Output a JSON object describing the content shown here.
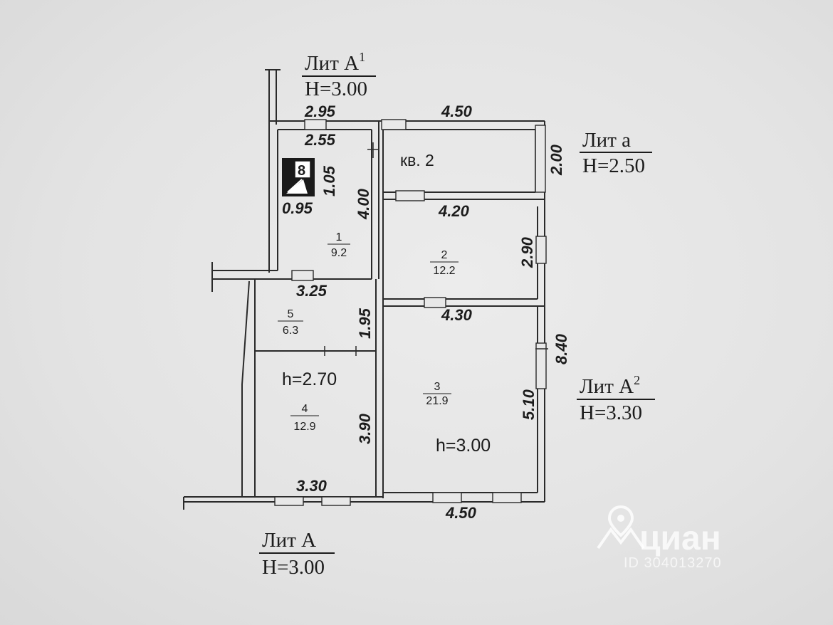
{
  "diagram": {
    "labels": {
      "lit_a1": {
        "name": "Лит А",
        "sup": "1",
        "height": "H=3.00"
      },
      "lit_a_small": {
        "name": "Лит а",
        "height": "H=2.50"
      },
      "lit_a2": {
        "name": "Лит А",
        "sup": "2",
        "height": "H=3.30"
      },
      "lit_a": {
        "name": "Лит А",
        "height": "H=3.00"
      }
    },
    "apartment": "кв. 2",
    "stair_number": "8",
    "rooms": [
      {
        "number": "1",
        "area": "9.2"
      },
      {
        "number": "2",
        "area": "12.2"
      },
      {
        "number": "3",
        "area": "21.9"
      },
      {
        "number": "4",
        "area": "12.9"
      },
      {
        "number": "5",
        "area": "6.3"
      }
    ],
    "ceiling_notes": {
      "room4": "h=2.70",
      "room3": "h=3.00"
    },
    "dimensions": {
      "top_left": "2.95",
      "inner_left": "2.55",
      "top_right": "4.50",
      "veranda_height": "2.00",
      "stair_h": "1.05",
      "stair_w": "0.95",
      "room1_h": "4.00",
      "room2_w": "4.20",
      "room2_h": "2.90",
      "room5_w": "3.25",
      "room5_h": "1.95",
      "room3_w": "4.30",
      "total_h": "8.40",
      "room3_h": "5.10",
      "room4_h": "3.90",
      "room4_w": "3.30",
      "bottom_w": "4.50"
    }
  },
  "watermark": {
    "brand": "циан",
    "id": "ID 304013270"
  }
}
